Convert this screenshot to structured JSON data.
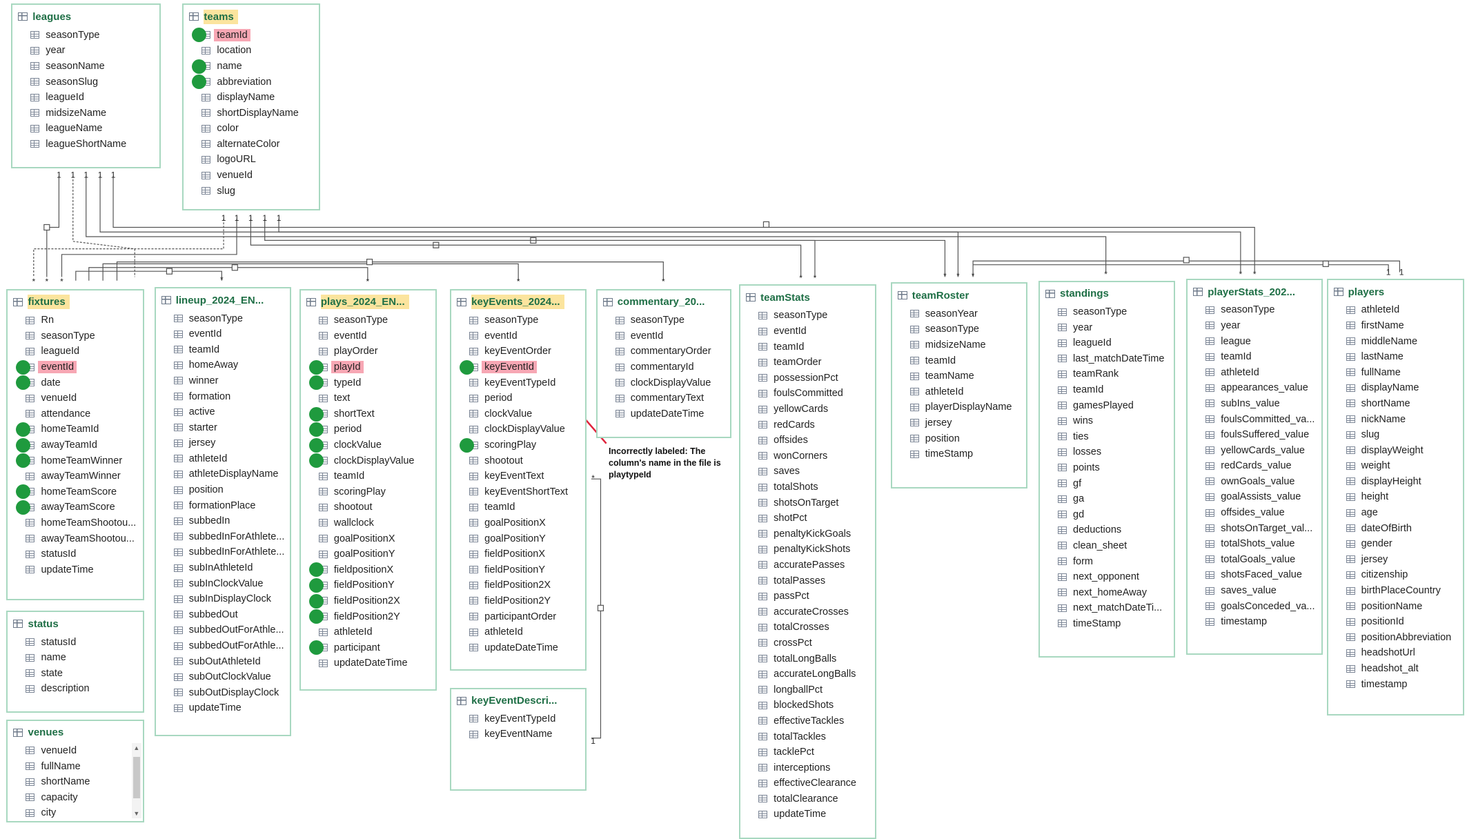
{
  "annotation": {
    "text": "Incorrectly labeled: The column's name in the file is playtypeId",
    "arrow_color": "#e0243c"
  },
  "colors": {
    "table_border": "#a8d8c0",
    "title_text": "#1f6f46",
    "title_highlight": "#fbe49e",
    "field_highlight": "#f7a7b4",
    "marker_dot": "#1f9a3e"
  },
  "cardinality_labels": {
    "one": "1",
    "many": "*"
  },
  "tables": [
    {
      "name": "leagues",
      "highlighted": false,
      "fields": [
        {
          "name": "seasonType"
        },
        {
          "name": "year"
        },
        {
          "name": "seasonName"
        },
        {
          "name": "seasonSlug"
        },
        {
          "name": "leagueId"
        },
        {
          "name": "midsizeName"
        },
        {
          "name": "leagueName"
        },
        {
          "name": "leagueShortName"
        }
      ]
    },
    {
      "name": "teams",
      "highlighted": true,
      "fields": [
        {
          "name": "teamId",
          "hl": true,
          "dot": true
        },
        {
          "name": "location"
        },
        {
          "name": "name",
          "dot": true
        },
        {
          "name": "abbreviation",
          "dot": true
        },
        {
          "name": "displayName"
        },
        {
          "name": "shortDisplayName"
        },
        {
          "name": "color"
        },
        {
          "name": "alternateColor"
        },
        {
          "name": "logoURL"
        },
        {
          "name": "venueId"
        },
        {
          "name": "slug"
        }
      ]
    },
    {
      "name": "fixtures",
      "highlighted": true,
      "fields": [
        {
          "name": "Rn"
        },
        {
          "name": "seasonType"
        },
        {
          "name": "leagueId"
        },
        {
          "name": "eventId",
          "hl": true,
          "dot": true
        },
        {
          "name": "date",
          "dot": true
        },
        {
          "name": "venueId"
        },
        {
          "name": "attendance"
        },
        {
          "name": "homeTeamId",
          "dot": true
        },
        {
          "name": "awayTeamId",
          "dot": true
        },
        {
          "name": "homeTeamWinner",
          "dot": true
        },
        {
          "name": "awayTeamWinner"
        },
        {
          "name": "homeTeamScore",
          "dot": true
        },
        {
          "name": "awayTeamScore",
          "dot": true
        },
        {
          "name": "homeTeamShootou..."
        },
        {
          "name": "awayTeamShootou..."
        },
        {
          "name": "statusId"
        },
        {
          "name": "updateTime"
        }
      ]
    },
    {
      "name": "lineup_2024_EN...",
      "highlighted": false,
      "fields": [
        {
          "name": "seasonType"
        },
        {
          "name": "eventId"
        },
        {
          "name": "teamId"
        },
        {
          "name": "homeAway"
        },
        {
          "name": "winner"
        },
        {
          "name": "formation"
        },
        {
          "name": "active"
        },
        {
          "name": "starter"
        },
        {
          "name": "jersey"
        },
        {
          "name": "athleteId"
        },
        {
          "name": "athleteDisplayName"
        },
        {
          "name": "position"
        },
        {
          "name": "formationPlace"
        },
        {
          "name": "subbedIn"
        },
        {
          "name": "subbedInForAthlete..."
        },
        {
          "name": "subbedInForAthlete..."
        },
        {
          "name": "subInAthleteId"
        },
        {
          "name": "subInClockValue"
        },
        {
          "name": "subInDisplayClock"
        },
        {
          "name": "subbedOut"
        },
        {
          "name": "subbedOutForAthle..."
        },
        {
          "name": "subbedOutForAthle..."
        },
        {
          "name": "subOutAthleteId"
        },
        {
          "name": "subOutClockValue"
        },
        {
          "name": "subOutDisplayClock"
        },
        {
          "name": "updateTime"
        }
      ]
    },
    {
      "name": "plays_2024_EN...",
      "highlighted": true,
      "fields": [
        {
          "name": "seasonType"
        },
        {
          "name": "eventId"
        },
        {
          "name": "playOrder"
        },
        {
          "name": "playId",
          "hl": true,
          "dot": true
        },
        {
          "name": "typeId",
          "dot": true
        },
        {
          "name": "text"
        },
        {
          "name": "shortText",
          "dot": true
        },
        {
          "name": "period",
          "dot": true
        },
        {
          "name": "clockValue",
          "dot": true
        },
        {
          "name": "clockDisplayValue",
          "dot": true
        },
        {
          "name": "teamId"
        },
        {
          "name": "scoringPlay"
        },
        {
          "name": "shootout"
        },
        {
          "name": "wallclock"
        },
        {
          "name": "goalPositionX"
        },
        {
          "name": "goalPositionY"
        },
        {
          "name": "fieldpositionX",
          "dot": true
        },
        {
          "name": "fieldPositionY",
          "dot": true
        },
        {
          "name": "fieldPosition2X",
          "dot": true
        },
        {
          "name": "fieldPosition2Y",
          "dot": true
        },
        {
          "name": "athleteId"
        },
        {
          "name": "participant",
          "dot": true
        },
        {
          "name": "updateDateTime"
        }
      ]
    },
    {
      "name": "keyEvents_2024...",
      "highlighted": true,
      "fields": [
        {
          "name": "seasonType"
        },
        {
          "name": "eventId"
        },
        {
          "name": "keyEventOrder"
        },
        {
          "name": "keyEventId",
          "hl": true,
          "dot": true
        },
        {
          "name": "keyEventTypeId"
        },
        {
          "name": "period"
        },
        {
          "name": "clockValue"
        },
        {
          "name": "clockDisplayValue"
        },
        {
          "name": "scoringPlay",
          "dot": true
        },
        {
          "name": "shootout"
        },
        {
          "name": "keyEventText"
        },
        {
          "name": "keyEventShortText"
        },
        {
          "name": "teamId"
        },
        {
          "name": "goalPositionX"
        },
        {
          "name": "goalPositionY"
        },
        {
          "name": "fieldPositionX"
        },
        {
          "name": "fieldPositionY"
        },
        {
          "name": "fieldPosition2X"
        },
        {
          "name": "fieldPosition2Y"
        },
        {
          "name": "participantOrder"
        },
        {
          "name": "athleteId"
        },
        {
          "name": "updateDateTime"
        }
      ]
    },
    {
      "name": "commentary_20...",
      "highlighted": false,
      "fields": [
        {
          "name": "seasonType"
        },
        {
          "name": "eventId"
        },
        {
          "name": "commentaryOrder"
        },
        {
          "name": "commentaryId"
        },
        {
          "name": "clockDisplayValue"
        },
        {
          "name": "commentaryText"
        },
        {
          "name": "updateDateTime"
        }
      ]
    },
    {
      "name": "keyEventDescri...",
      "highlighted": false,
      "fields": [
        {
          "name": "keyEventTypeId"
        },
        {
          "name": "keyEventName"
        }
      ]
    },
    {
      "name": "status",
      "highlighted": false,
      "fields": [
        {
          "name": "statusId"
        },
        {
          "name": "name"
        },
        {
          "name": "state"
        },
        {
          "name": "description"
        }
      ]
    },
    {
      "name": "venues",
      "highlighted": false,
      "fields": [
        {
          "name": "venueId"
        },
        {
          "name": "fullName"
        },
        {
          "name": "shortName"
        },
        {
          "name": "capacity"
        },
        {
          "name": "city"
        }
      ]
    },
    {
      "name": "teamStats",
      "highlighted": false,
      "fields": [
        {
          "name": "seasonType"
        },
        {
          "name": "eventId"
        },
        {
          "name": "teamId"
        },
        {
          "name": "teamOrder"
        },
        {
          "name": "possessionPct"
        },
        {
          "name": "foulsCommitted"
        },
        {
          "name": "yellowCards"
        },
        {
          "name": "redCards"
        },
        {
          "name": "offsides"
        },
        {
          "name": "wonCorners"
        },
        {
          "name": "saves"
        },
        {
          "name": "totalShots"
        },
        {
          "name": "shotsOnTarget"
        },
        {
          "name": "shotPct"
        },
        {
          "name": "penaltyKickGoals"
        },
        {
          "name": "penaltyKickShots"
        },
        {
          "name": "accuratePasses"
        },
        {
          "name": "totalPasses"
        },
        {
          "name": "passPct"
        },
        {
          "name": "accurateCrosses"
        },
        {
          "name": "totalCrosses"
        },
        {
          "name": "crossPct"
        },
        {
          "name": "totalLongBalls"
        },
        {
          "name": "accurateLongBalls"
        },
        {
          "name": "longballPct"
        },
        {
          "name": "blockedShots"
        },
        {
          "name": "effectiveTackles"
        },
        {
          "name": "totalTackles"
        },
        {
          "name": "tacklePct"
        },
        {
          "name": "interceptions"
        },
        {
          "name": "effectiveClearance"
        },
        {
          "name": "totalClearance"
        },
        {
          "name": "updateTime"
        }
      ]
    },
    {
      "name": "teamRoster",
      "highlighted": false,
      "fields": [
        {
          "name": "seasonYear"
        },
        {
          "name": "seasonType"
        },
        {
          "name": "midsizeName"
        },
        {
          "name": "teamId"
        },
        {
          "name": "teamName"
        },
        {
          "name": "athleteId"
        },
        {
          "name": "playerDisplayName"
        },
        {
          "name": "jersey"
        },
        {
          "name": "position"
        },
        {
          "name": "timeStamp"
        }
      ]
    },
    {
      "name": "standings",
      "highlighted": false,
      "fields": [
        {
          "name": "seasonType"
        },
        {
          "name": "year"
        },
        {
          "name": "leagueId"
        },
        {
          "name": "last_matchDateTime"
        },
        {
          "name": "teamRank"
        },
        {
          "name": "teamId"
        },
        {
          "name": "gamesPlayed"
        },
        {
          "name": "wins"
        },
        {
          "name": "ties"
        },
        {
          "name": "losses"
        },
        {
          "name": "points"
        },
        {
          "name": "gf"
        },
        {
          "name": "ga"
        },
        {
          "name": "gd"
        },
        {
          "name": "deductions"
        },
        {
          "name": "clean_sheet"
        },
        {
          "name": "form"
        },
        {
          "name": "next_opponent"
        },
        {
          "name": "next_homeAway"
        },
        {
          "name": "next_matchDateTi..."
        },
        {
          "name": "timeStamp"
        }
      ]
    },
    {
      "name": "playerStats_202...",
      "highlighted": false,
      "fields": [
        {
          "name": "seasonType"
        },
        {
          "name": "year"
        },
        {
          "name": "league"
        },
        {
          "name": "teamId"
        },
        {
          "name": "athleteId"
        },
        {
          "name": "appearances_value"
        },
        {
          "name": "subIns_value"
        },
        {
          "name": "foulsCommitted_va..."
        },
        {
          "name": "foulsSuffered_value"
        },
        {
          "name": "yellowCards_value"
        },
        {
          "name": "redCards_value"
        },
        {
          "name": "ownGoals_value"
        },
        {
          "name": "goalAssists_value"
        },
        {
          "name": "offsides_value"
        },
        {
          "name": "shotsOnTarget_val..."
        },
        {
          "name": "totalShots_value"
        },
        {
          "name": "totalGoals_value"
        },
        {
          "name": "shotsFaced_value"
        },
        {
          "name": "saves_value"
        },
        {
          "name": "goalsConceded_va..."
        },
        {
          "name": "timestamp"
        }
      ]
    },
    {
      "name": "players",
      "highlighted": false,
      "fields": [
        {
          "name": "athleteId"
        },
        {
          "name": "firstName"
        },
        {
          "name": "middleName"
        },
        {
          "name": "lastName"
        },
        {
          "name": "fullName"
        },
        {
          "name": "displayName"
        },
        {
          "name": "shortName"
        },
        {
          "name": "nickName"
        },
        {
          "name": "slug"
        },
        {
          "name": "displayWeight"
        },
        {
          "name": "weight"
        },
        {
          "name": "displayHeight"
        },
        {
          "name": "height"
        },
        {
          "name": "age"
        },
        {
          "name": "dateOfBirth"
        },
        {
          "name": "gender"
        },
        {
          "name": "jersey"
        },
        {
          "name": "citizenship"
        },
        {
          "name": "birthPlaceCountry"
        },
        {
          "name": "positionName"
        },
        {
          "name": "positionId"
        },
        {
          "name": "positionAbbreviation"
        },
        {
          "name": "headshotUrl"
        },
        {
          "name": "headshot_alt"
        },
        {
          "name": "timestamp"
        }
      ]
    }
  ]
}
